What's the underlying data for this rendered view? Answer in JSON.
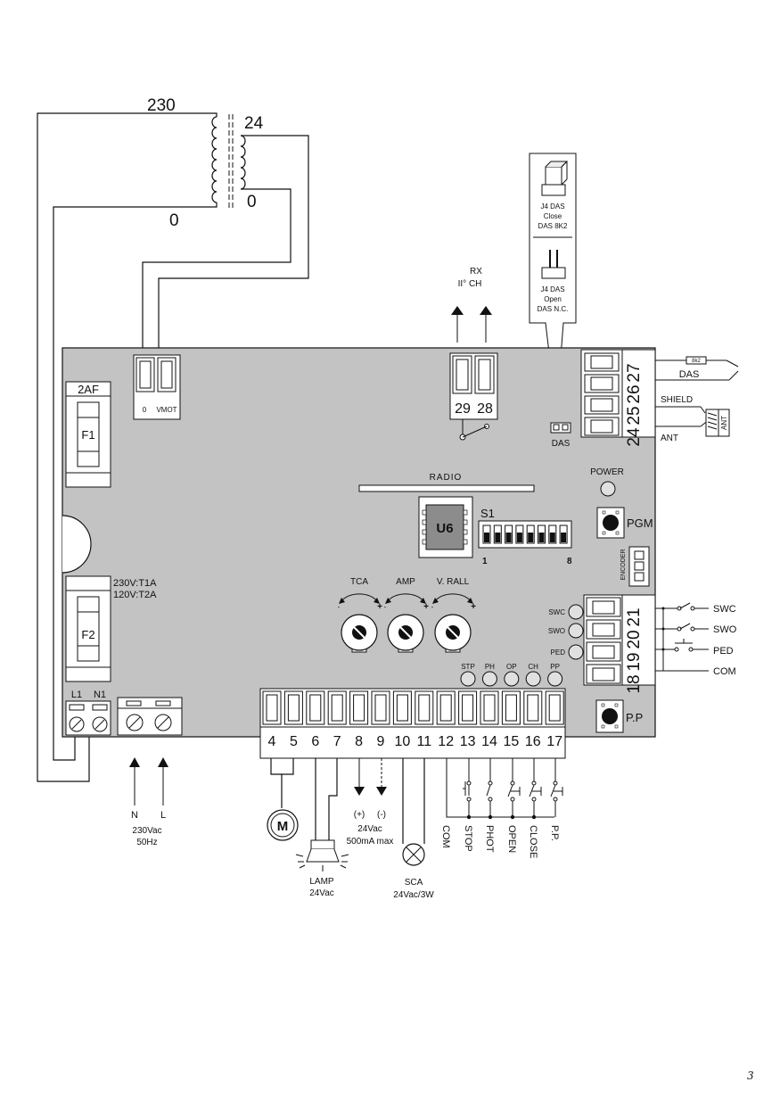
{
  "transformer": {
    "primary": "230",
    "secondary": "24",
    "primary_zero": "0",
    "secondary_zero": "0"
  },
  "fuses": {
    "fuse1_rating": "2AF",
    "fuse1_name": "F1",
    "fuse2_rating_a": "230V:T1A",
    "fuse2_rating_b": "120V:T2A",
    "fuse2_name": "F2"
  },
  "power_terminal": {
    "l1": "L1",
    "n1": "N1"
  },
  "mains": {
    "n": "N",
    "l": "L",
    "voltage": "230Vac",
    "frequency": "50Hz"
  },
  "motor_terminal": {
    "zero": "0",
    "vmot": "VMOT"
  },
  "radio_input": {
    "rx": "RX",
    "channel": "II° CH",
    "t29": "29",
    "t28": "28"
  },
  "das_box": {
    "close_title": "J4 DAS",
    "close_state": "Close",
    "close_desc": "DAS 8K2",
    "open_title": "J4 DAS",
    "open_state": "Open",
    "open_desc": "DAS N.C.",
    "jumper_label": "DAS"
  },
  "right_terminal_top": {
    "labels": [
      "27",
      "26",
      "25",
      "24"
    ],
    "das_resistor": "8k2",
    "das": "DAS",
    "shield": "SHIELD",
    "ant": "ANT",
    "ant_device": "ANT"
  },
  "board": {
    "radio": "RADIO",
    "power": "POWER",
    "pgm": "PGM",
    "u6": "U6",
    "s1": "S1",
    "dip_first": "1",
    "dip_last": "8",
    "encoder": "ENCODER",
    "pp_button": "P.P"
  },
  "trimmers": [
    {
      "name": "TCA"
    },
    {
      "name": "AMP"
    },
    {
      "name": "V. RALL"
    }
  ],
  "limit_leds": [
    "SWC",
    "SWO",
    "PED"
  ],
  "right_terminal_mid": {
    "labels": [
      "21",
      "20",
      "19",
      "18"
    ],
    "outputs": [
      "SWC",
      "SWO",
      "PED",
      "COM"
    ]
  },
  "status_leds": [
    "STP",
    "PH",
    "OP",
    "CH",
    "PP"
  ],
  "bottom_terminal": {
    "numbers": [
      "4",
      "5",
      "6",
      "7",
      "8",
      "9",
      "10",
      "11",
      "12",
      "13",
      "14",
      "15",
      "16",
      "17"
    ]
  },
  "loads": {
    "motor": "M",
    "lamp_name": "LAMP",
    "lamp_voltage": "24Vac",
    "aux_plus": "(+)",
    "aux_minus": "(-)",
    "aux_voltage": "24Vac",
    "aux_current": "500mA max",
    "sca_name": "SCA",
    "sca_rating": "24Vac/3W"
  },
  "inputs": [
    "COM",
    "STOP",
    "PHOT",
    "OPEN",
    "CLOSE",
    "P.P."
  ],
  "page_number": "3"
}
